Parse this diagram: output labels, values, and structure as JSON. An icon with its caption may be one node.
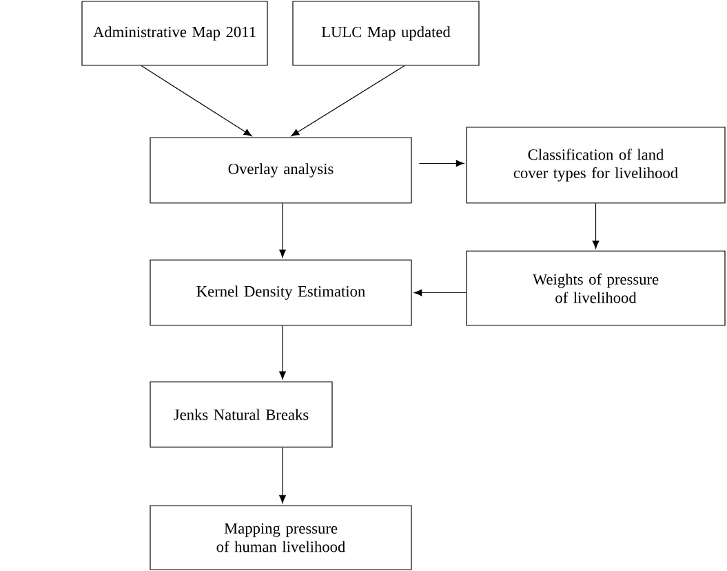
{
  "diagram": {
    "nodes": [
      {
        "text": [
          "Administrative Map 2011"
        ]
      },
      {
        "text": [
          "LULC Map updated"
        ]
      },
      {
        "text": [
          "Overlay analysis"
        ]
      },
      {
        "text": [
          "Classification of land cover types for livelihood"
        ]
      },
      {
        "text": [
          "Kernel Density Estimation"
        ]
      },
      {
        "text": [
          "Weights of pressure of livelihood"
        ]
      },
      {
        "text": [
          "Jenks Natural Breaks"
        ]
      },
      {
        "text": [
          "Mapping pressure of human livelihood"
        ]
      }
    ],
    "edges": [
      {
        "from": 0,
        "to": 2,
        "arrow": "to"
      },
      {
        "from": 1,
        "to": 2,
        "arrow": "to"
      },
      {
        "from": 2,
        "to": 3,
        "arrow": "to"
      },
      {
        "from": 3,
        "to": 5,
        "arrow": "to"
      },
      {
        "from": 5,
        "to": 4,
        "arrow": "to"
      },
      {
        "from": 2,
        "to": 4,
        "arrow": "to"
      },
      {
        "from": 4,
        "to": 6,
        "arrow": "to"
      },
      {
        "from": 6,
        "to": 7,
        "arrow": "to"
      }
    ]
  }
}
